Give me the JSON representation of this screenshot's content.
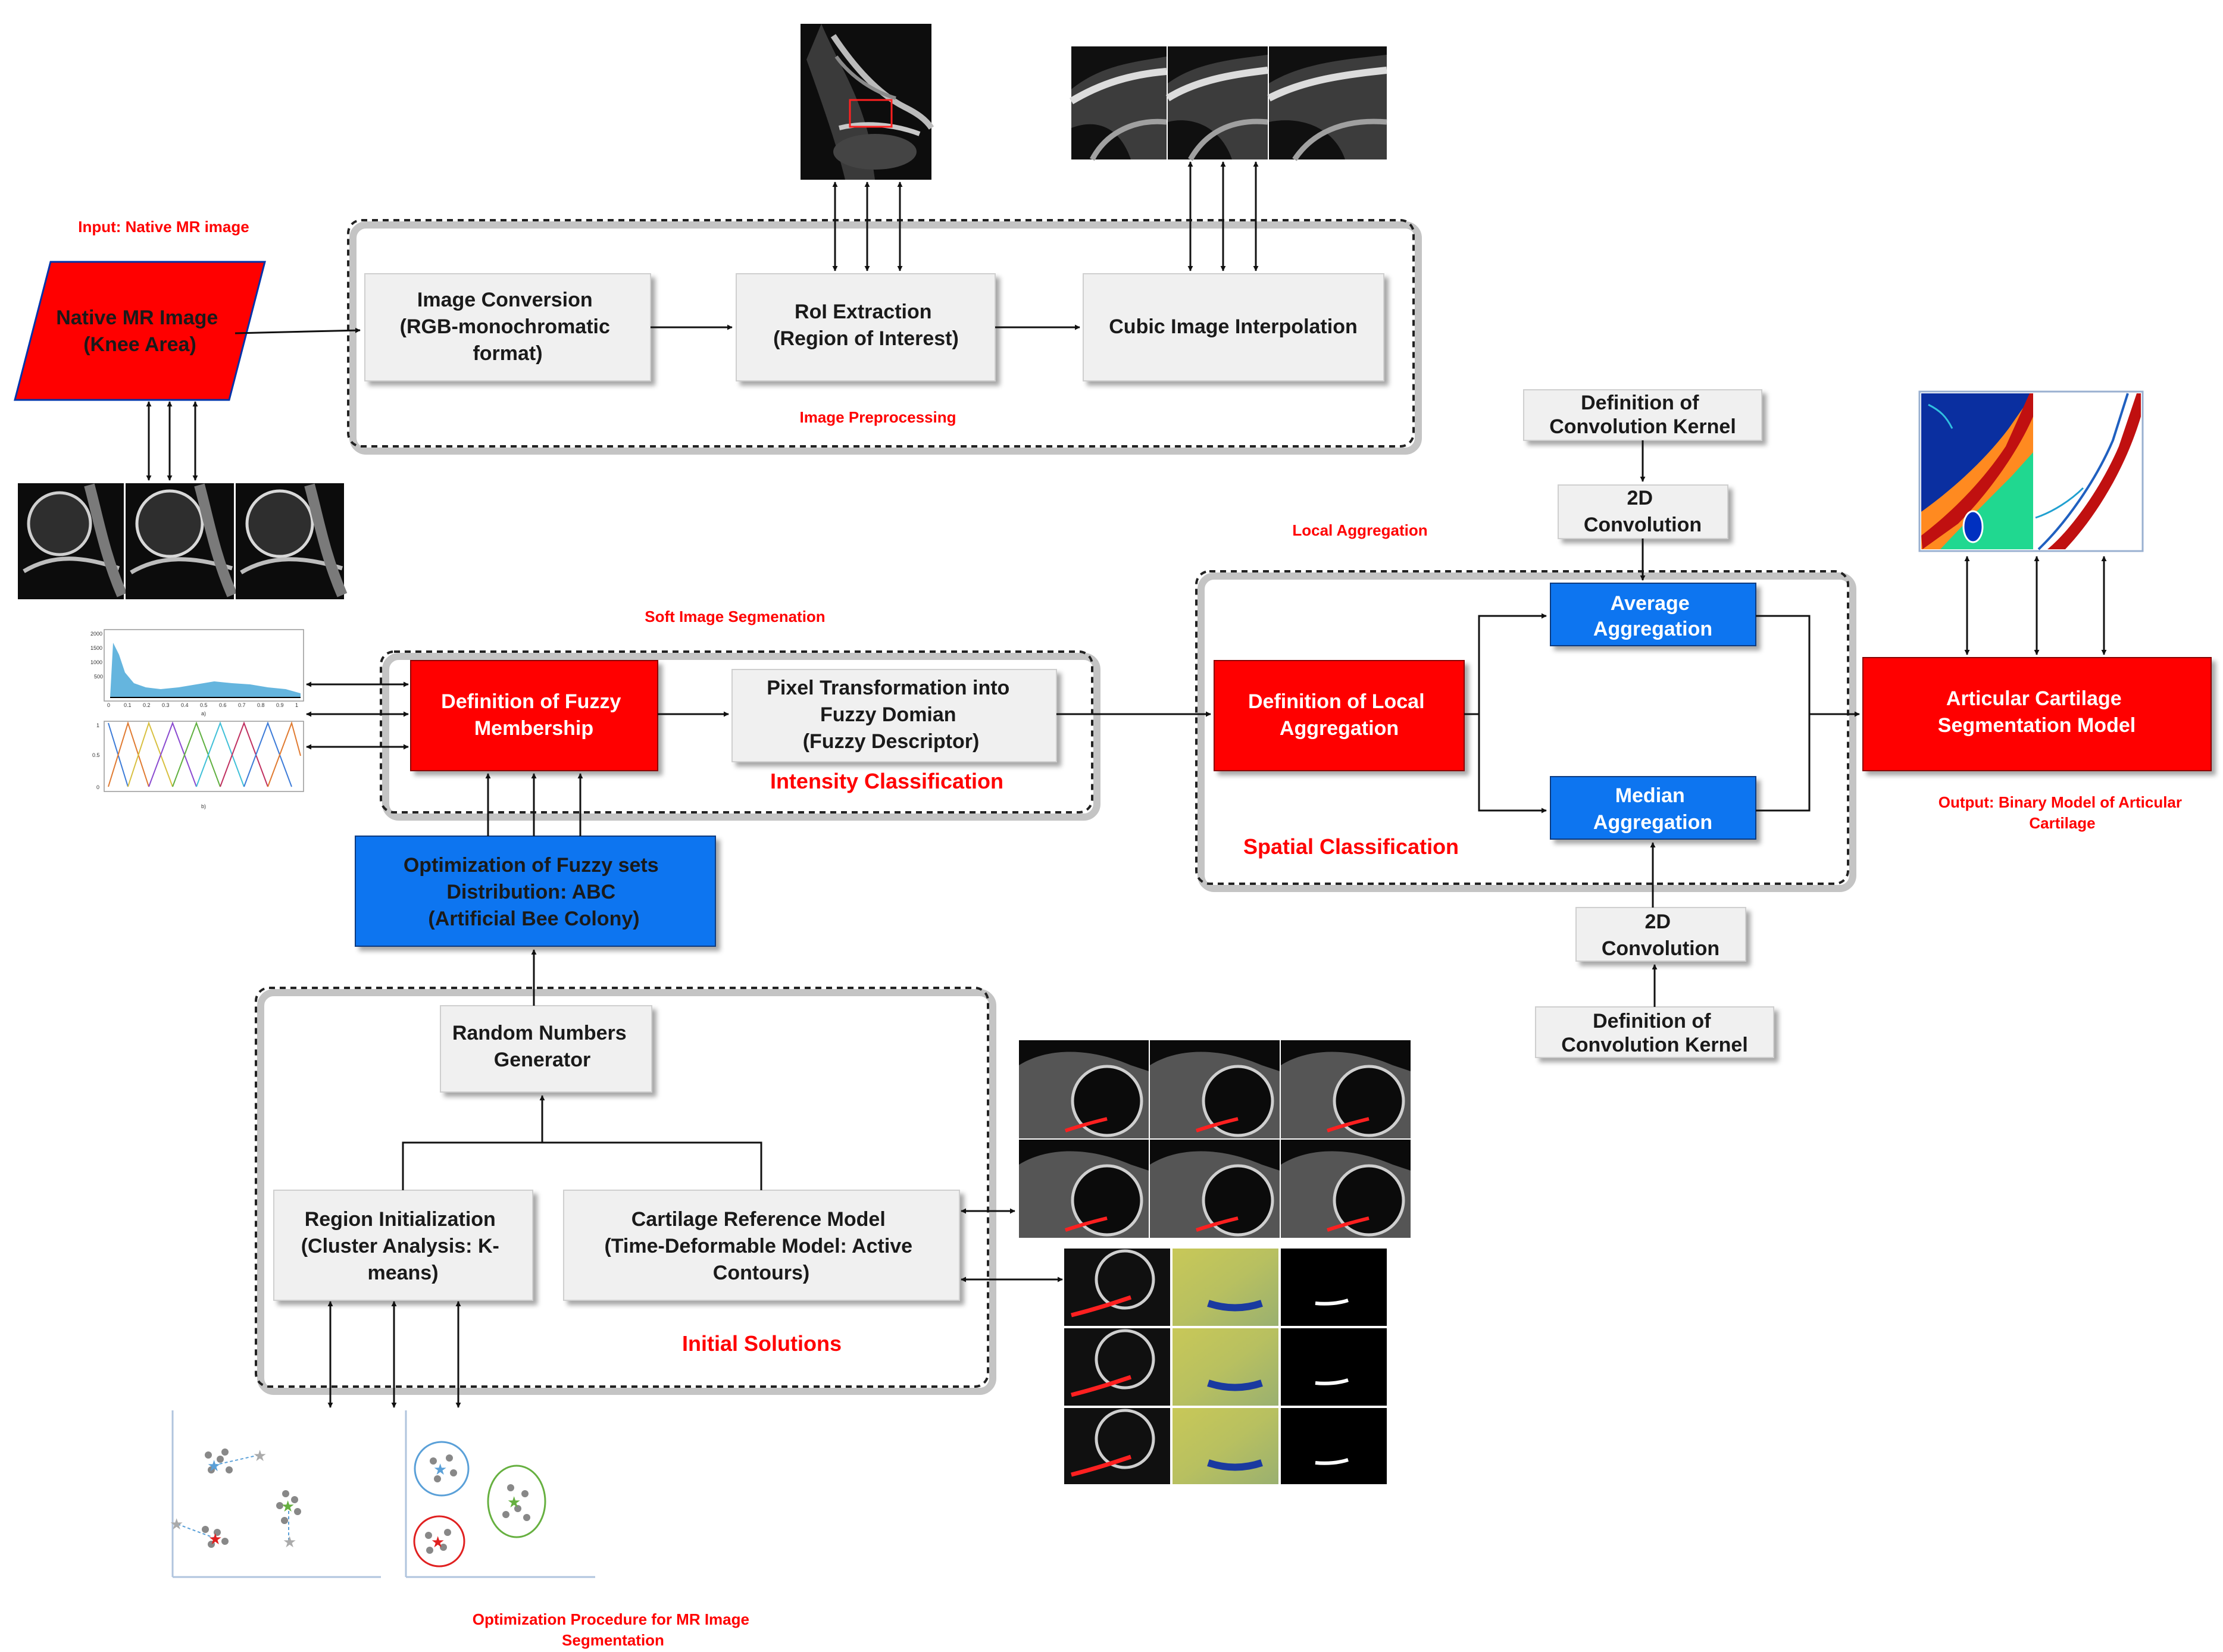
{
  "labels": {
    "input": "Input: Native MR image",
    "image_preprocessing": "Image Preprocessing",
    "soft_segmentation": "Soft Image Segmenation",
    "intensity_classification": "Intensity Classification",
    "local_aggregation": "Local Aggregation",
    "spatial_classification": "Spatial Classification",
    "initial_solutions": "Initial Solutions",
    "output": [
      "Output: Binary Model of Articular",
      "Cartilage"
    ],
    "optimization_procedure": [
      "Optimization Procedure for MR Image",
      "Segmentation"
    ]
  },
  "boxes": {
    "native_mr": [
      "Native MR Image",
      "(Knee Area)"
    ],
    "image_conversion": [
      "Image Conversion",
      "(RGB-monochromatic",
      "format)"
    ],
    "roi_extraction": [
      "RoI Extraction",
      "(Region of Interest)"
    ],
    "cubic_interp": [
      "Cubic Image Interpolation"
    ],
    "fuzzy_membership": [
      "Definition of Fuzzy",
      "Membership"
    ],
    "pixel_transform": [
      "Pixel Transformation into",
      "Fuzzy Domian",
      "(Fuzzy Descriptor)"
    ],
    "abc": [
      "Optimization of Fuzzy sets",
      "Distribution: ABC",
      "(Artificial Bee Colony)"
    ],
    "random_gen": [
      "Random Numbers",
      "Generator"
    ],
    "region_init": [
      "Region Initialization",
      "(Cluster Analysis:  K-",
      "means)"
    ],
    "cartilage_ref": [
      "Cartilage Reference Model",
      "(Time-Deformable Model: Active",
      "Contours)"
    ],
    "local_agg": [
      "Definition of Local",
      "Aggregation"
    ],
    "avg_agg": [
      "Average",
      "Aggregation"
    ],
    "median_agg": [
      "Median",
      "Aggregation"
    ],
    "conv_kernel_top": [
      "Definition of",
      "Convolution Kernel"
    ],
    "conv2d_top": [
      "2D",
      "Convolution"
    ],
    "conv2d_bottom": [
      "2D",
      "Convolution"
    ],
    "conv_kernel_bottom": [
      "Definition of",
      "Convolution Kernel"
    ],
    "cartilage_model": [
      "Articular Cartilage",
      "Segmentation Model"
    ]
  },
  "histogram_panel": {
    "caption_a": "a)",
    "caption_b": "b)",
    "y_ticks": [
      "2000",
      "1500",
      "1000",
      "500"
    ],
    "x_ticks": [
      "0",
      "0.1",
      "0.2",
      "0.3",
      "0.4",
      "0.5",
      "0.6",
      "0.7",
      "0.8",
      "0.9",
      "1"
    ],
    "y_ticks_b": [
      "1",
      "0.5",
      "0"
    ]
  },
  "colors": {
    "red_box": "#ff0000",
    "blue_box": "#0a74f0",
    "grey_box": "#f0f0f0",
    "label_red": "#ff0000"
  }
}
